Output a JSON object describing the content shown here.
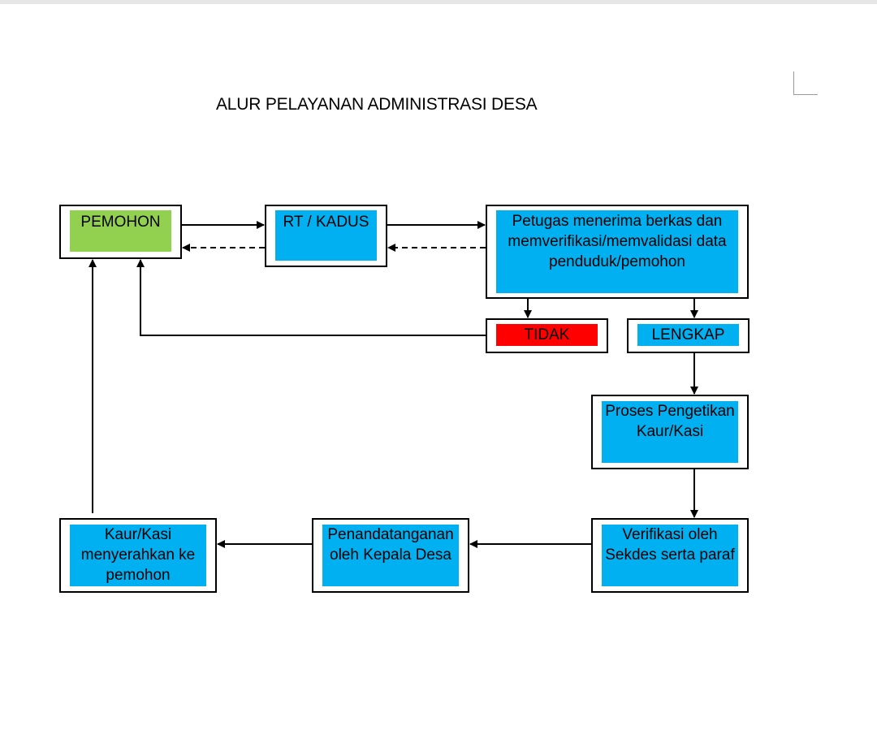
{
  "title": "ALUR PELAYANAN ADMINISTRASI DESA",
  "colors": {
    "green": "#92d050",
    "blue": "#00b0f0",
    "red": "#ff0000",
    "line": "#000000"
  },
  "nodes": {
    "pemohon": "PEMOHON",
    "rt_kadus": "RT / KADUS",
    "petugas": "Petugas menerima berkas dan memverifikasi/memvalidasi data penduduk/pemohon",
    "tidak": "TIDAK",
    "lengkap": "LENGKAP",
    "proses": "Proses Pengetikan Kaur/Kasi",
    "verifikasi": "Verifikasi oleh Sekdes serta paraf",
    "penandatangan": "Penandatanganan oleh Kepala Desa",
    "kaur_kasi": "Kaur/Kasi menyerahkan ke pemohon"
  }
}
